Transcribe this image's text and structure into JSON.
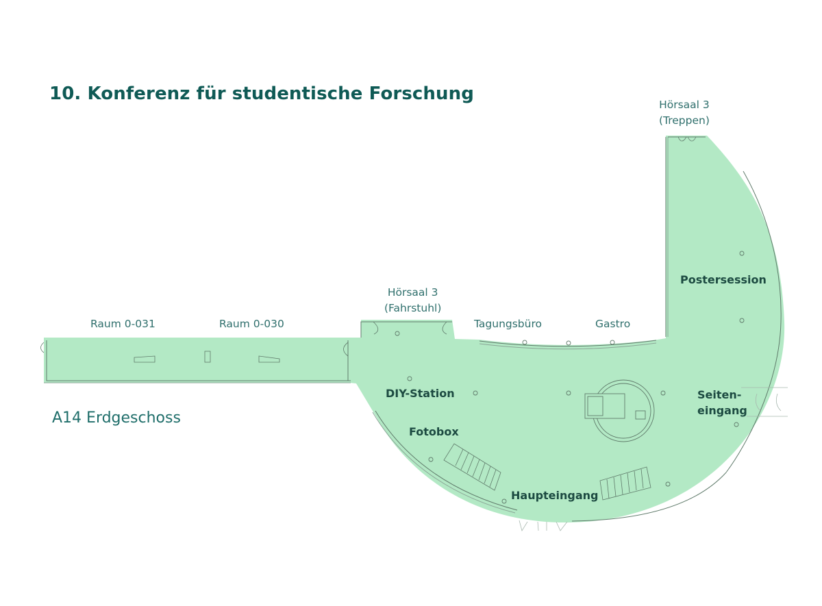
{
  "header": {
    "title": "10. Konferenz für studentische Forschung",
    "floor": "A14 Erdgeschoss"
  },
  "colors": {
    "floor_fill": "#b3e9c5",
    "wall_line": "#5f7a6a",
    "title_text": "#0f5a55",
    "label_text": "#2f6f6c",
    "room_text": "#1c4a41"
  },
  "outside_labels": {
    "raum_031": "Raum 0-031",
    "raum_030": "Raum 0-030",
    "hoersaal_fahrstuhl": [
      "Hörsaal 3",
      "(Fahrstuhl)"
    ],
    "hoersaal_treppen": [
      "Hörsaal 3",
      "(Treppen)"
    ],
    "tagungsbuero": "Tagungsbüro",
    "gastro": "Gastro"
  },
  "areas": {
    "postersession": "Postersession",
    "seiteneingang": [
      "Seiten-",
      "eingang"
    ],
    "diy_station": "DIY-Station",
    "fotobox": "Fotobox",
    "haupteingang": "Haupteingang"
  }
}
